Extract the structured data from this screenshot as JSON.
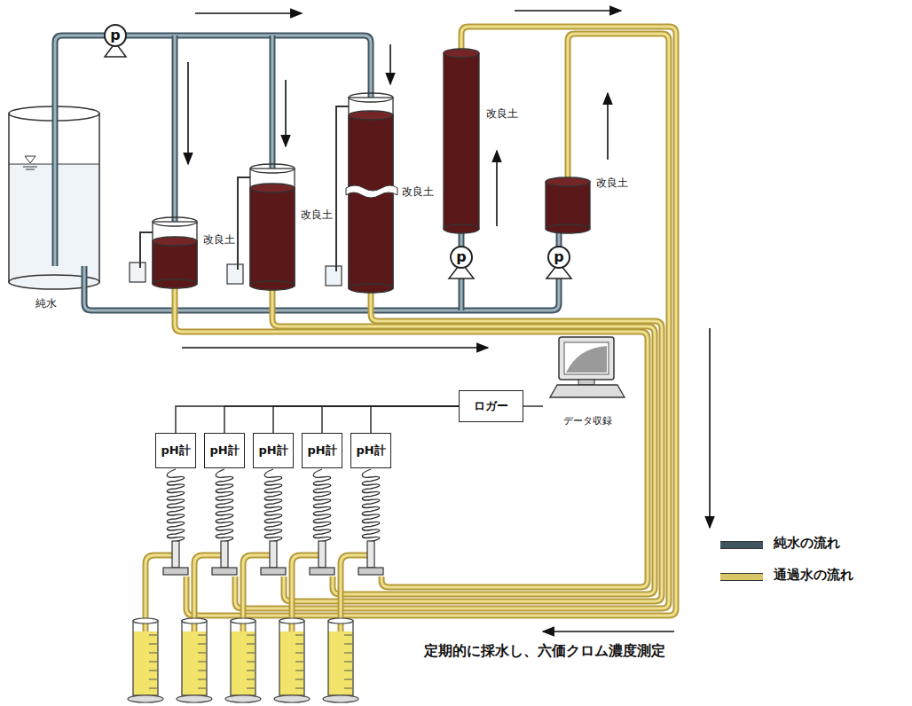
{
  "diagram": {
    "nodes": [
      {
        "text": [
          "p"
        ]
      },
      {
        "text": [
          "p"
        ]
      },
      {
        "text": [
          "p"
        ]
      },
      {
        "text": [
          "ロガー"
        ]
      },
      {
        "text": [
          "データ収録"
        ]
      },
      {
        "text": [
          "pH計"
        ]
      },
      {
        "text": [
          "pH計"
        ]
      },
      {
        "text": [
          "pH計"
        ]
      },
      {
        "text": [
          "pH計"
        ]
      },
      {
        "text": [
          "pH計"
        ]
      }
    ],
    "edges": [
      {
        "from": 5,
        "to": 3,
        "arrow": "none"
      },
      {
        "from": 6,
        "to": 3,
        "arrow": "none"
      },
      {
        "from": 7,
        "to": 3,
        "arrow": "none"
      },
      {
        "from": 8,
        "to": 3,
        "arrow": "none"
      },
      {
        "from": 9,
        "to": 3,
        "arrow": "none"
      },
      {
        "from": 3,
        "to": 4,
        "arrow": "none"
      }
    ],
    "labels": [
      "純水",
      "改良土",
      "改良土",
      "改良土",
      "改良土",
      "改良土",
      "定期的に採水し、六価クロム濃度測定"
    ],
    "legend": [
      {
        "text": "純水の流れ",
        "color": "#3f5560"
      },
      {
        "text": "通過水の流れ",
        "color": "#d9c766"
      }
    ]
  }
}
